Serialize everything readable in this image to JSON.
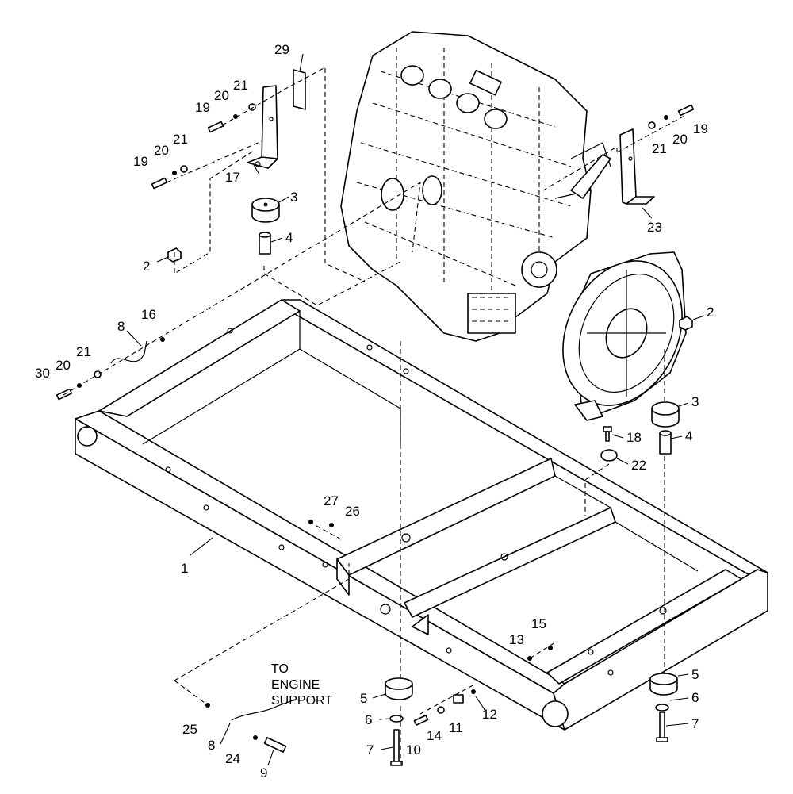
{
  "callouts": [
    {
      "id": "c1",
      "label": "1"
    },
    {
      "id": "c2a",
      "label": "2"
    },
    {
      "id": "c2b",
      "label": "2"
    },
    {
      "id": "c3a",
      "label": "3"
    },
    {
      "id": "c3b",
      "label": "3"
    },
    {
      "id": "c4a",
      "label": "4"
    },
    {
      "id": "c4b",
      "label": "4"
    },
    {
      "id": "c5a",
      "label": "5"
    },
    {
      "id": "c5b",
      "label": "5"
    },
    {
      "id": "c6a",
      "label": "6"
    },
    {
      "id": "c6b",
      "label": "6"
    },
    {
      "id": "c7a",
      "label": "7"
    },
    {
      "id": "c7b",
      "label": "7"
    },
    {
      "id": "c8a",
      "label": "8"
    },
    {
      "id": "c8b",
      "label": "8"
    },
    {
      "id": "c9",
      "label": "9"
    },
    {
      "id": "c10",
      "label": "10"
    },
    {
      "id": "c11",
      "label": "11"
    },
    {
      "id": "c12",
      "label": "12"
    },
    {
      "id": "c13",
      "label": "13"
    },
    {
      "id": "c14",
      "label": "14"
    },
    {
      "id": "c15",
      "label": "15"
    },
    {
      "id": "c16",
      "label": "16"
    },
    {
      "id": "c17",
      "label": "17"
    },
    {
      "id": "c18",
      "label": "18"
    },
    {
      "id": "c19a",
      "label": "19"
    },
    {
      "id": "c19b",
      "label": "19"
    },
    {
      "id": "c19c",
      "label": "19"
    },
    {
      "id": "c20a",
      "label": "20"
    },
    {
      "id": "c20b",
      "label": "20"
    },
    {
      "id": "c20c",
      "label": "20"
    },
    {
      "id": "c20d",
      "label": "20"
    },
    {
      "id": "c21a",
      "label": "21"
    },
    {
      "id": "c21b",
      "label": "21"
    },
    {
      "id": "c21c",
      "label": "21"
    },
    {
      "id": "c21d",
      "label": "21"
    },
    {
      "id": "c22",
      "label": "22"
    },
    {
      "id": "c23",
      "label": "23"
    },
    {
      "id": "c24",
      "label": "24"
    },
    {
      "id": "c25",
      "label": "25"
    },
    {
      "id": "c26",
      "label": "26"
    },
    {
      "id": "c27",
      "label": "27"
    },
    {
      "id": "c29",
      "label": "29"
    },
    {
      "id": "c30",
      "label": "30"
    }
  ],
  "note": {
    "line1": "TO",
    "line2": "ENGINE",
    "line3": "SUPPORT"
  }
}
